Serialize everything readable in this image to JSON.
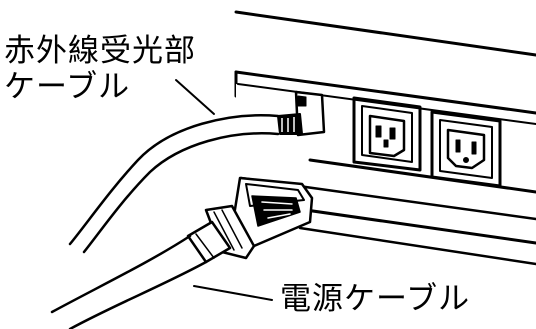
{
  "labels": {
    "ir_receiver_cable_line1": "赤外線受光部",
    "ir_receiver_cable_line2": "ケーブル",
    "power_cable": "電源ケーブル"
  },
  "colors": {
    "ink": "#000000",
    "paper": "#ffffff"
  }
}
